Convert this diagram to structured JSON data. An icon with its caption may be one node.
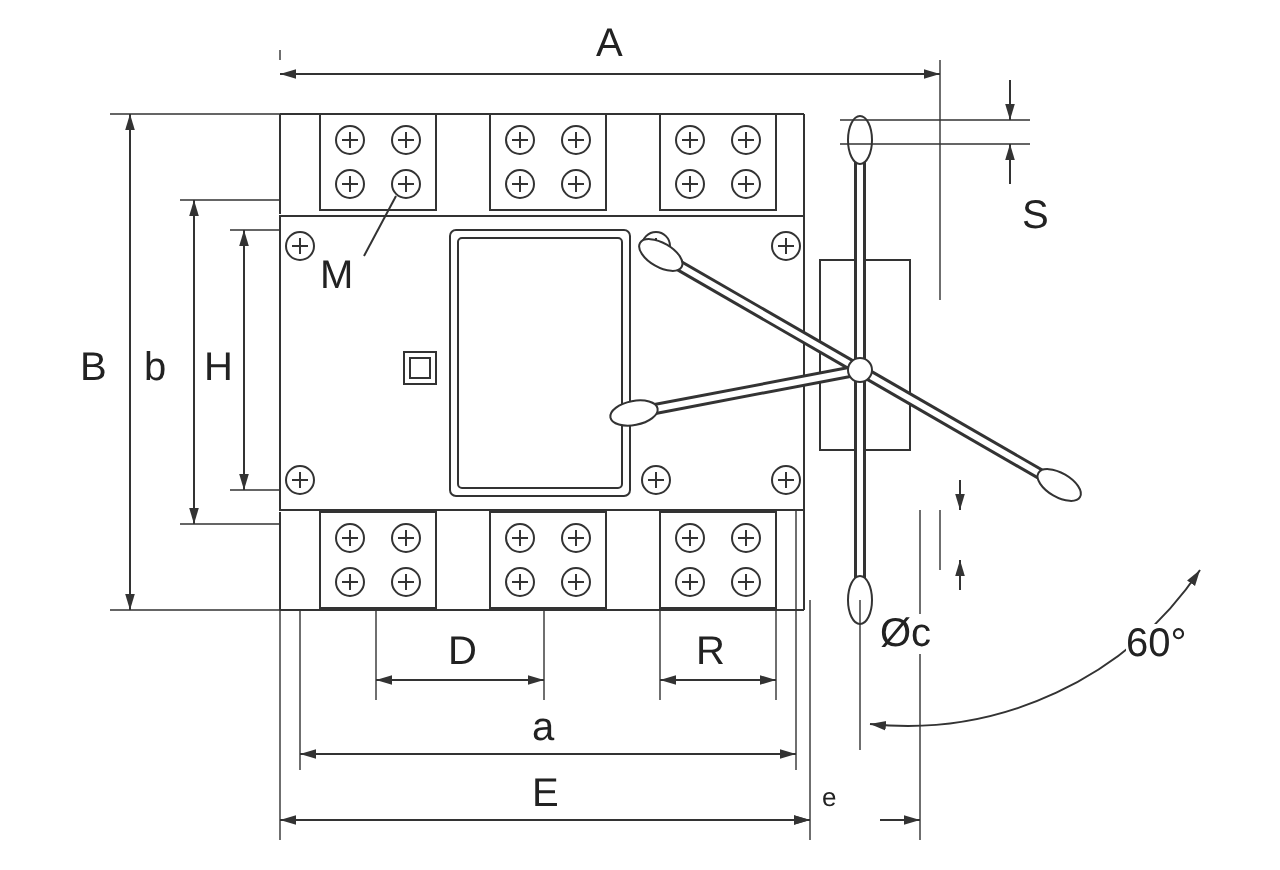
{
  "diagram": {
    "nodes": [
      {
        "text": [
          "M"
        ]
      },
      {
        "text": [],
        "shape": "circle"
      }
    ],
    "edges": [
      {
        "from": 0,
        "to": 1,
        "arrow": "none"
      }
    ],
    "labels": [
      "A",
      "S",
      "B",
      "b",
      "H",
      "D",
      "R",
      "a",
      "E",
      "e",
      "Øc",
      "60°"
    ]
  }
}
